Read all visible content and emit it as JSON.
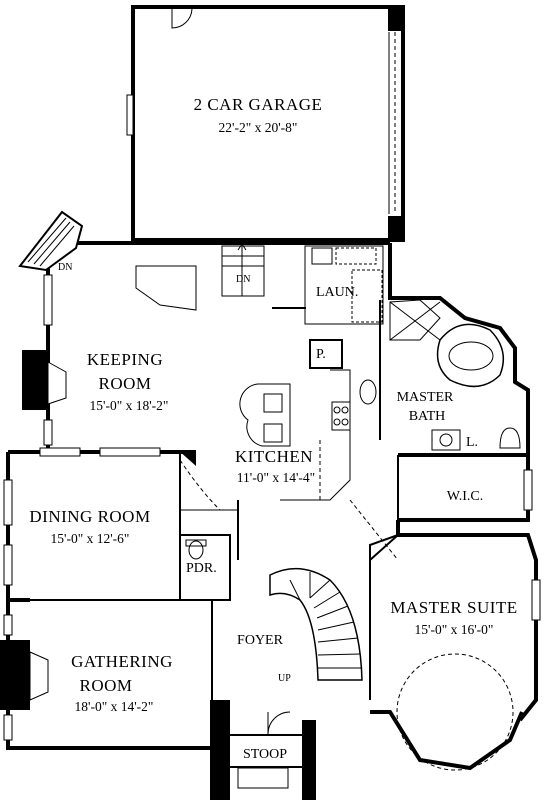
{
  "rooms": {
    "garage": {
      "name": "2 CAR GARAGE",
      "dims": "22'-2\" x 20'-8\""
    },
    "keeping": {
      "name_line1": "KEEPING",
      "name_line2": "ROOM",
      "dims": "15'-0\" x 18'-2\""
    },
    "kitchen": {
      "name": "KITCHEN",
      "dims": "11'-0\" x 14'-4\""
    },
    "dining": {
      "name": "DINING ROOM",
      "dims": "15'-0\" x 12'-6\""
    },
    "gathering": {
      "name_line1": "GATHERING",
      "name_line2": "ROOM",
      "dims": "18'-0\" x 14'-2\""
    },
    "master_suite": {
      "name": "MASTER SUITE",
      "dims": "15'-0\" x 16'-0\""
    },
    "master_bath": {
      "name_line1": "MASTER",
      "name_line2": "BATH"
    },
    "wic": {
      "name": "W.I.C."
    },
    "laundry": {
      "name": "LAUN."
    },
    "foyer": {
      "name": "FOYER"
    },
    "stoop": {
      "name": "STOOP"
    },
    "powder": {
      "name": "PDR."
    },
    "pantry": {
      "name": "P."
    },
    "linen": {
      "name": "L."
    }
  },
  "labels": {
    "dn_deck": "DN",
    "dn_stair": "DN",
    "up_stair": "UP"
  }
}
